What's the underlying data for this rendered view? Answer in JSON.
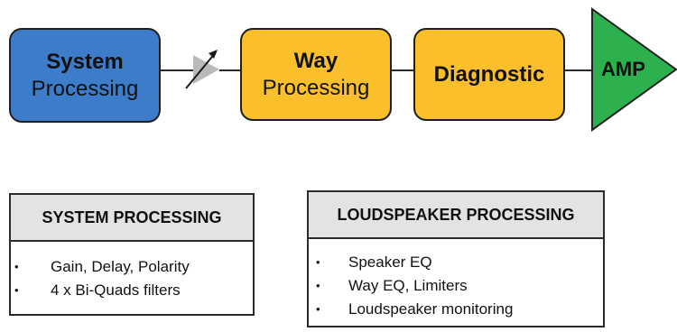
{
  "blocks": {
    "system": {
      "line1": "System",
      "line2": "Processing",
      "color": "#3d7cc9"
    },
    "way": {
      "line1": "Way",
      "line2": "Processing",
      "color": "#fbbf2c"
    },
    "diagnostic": {
      "label": "Diagnostic",
      "color": "#fbbf2c"
    },
    "amp": {
      "label": "AMP",
      "color": "#2db04e"
    }
  },
  "system_box": {
    "title": "SYSTEM PROCESSING",
    "items": [
      "Gain, Delay, Polarity",
      "4 x Bi-Quads filters"
    ]
  },
  "loudspeaker_box": {
    "title": "LOUDSPEAKER PROCESSING",
    "items": [
      "Speaker EQ",
      "Way EQ, Limiters",
      "Loudspeaker monitoring"
    ]
  },
  "bullet": "•",
  "colors": {
    "header_bg": "#e3e3e3",
    "border": "#1f1f1f",
    "volume_symbol": "#b9b9b9"
  }
}
